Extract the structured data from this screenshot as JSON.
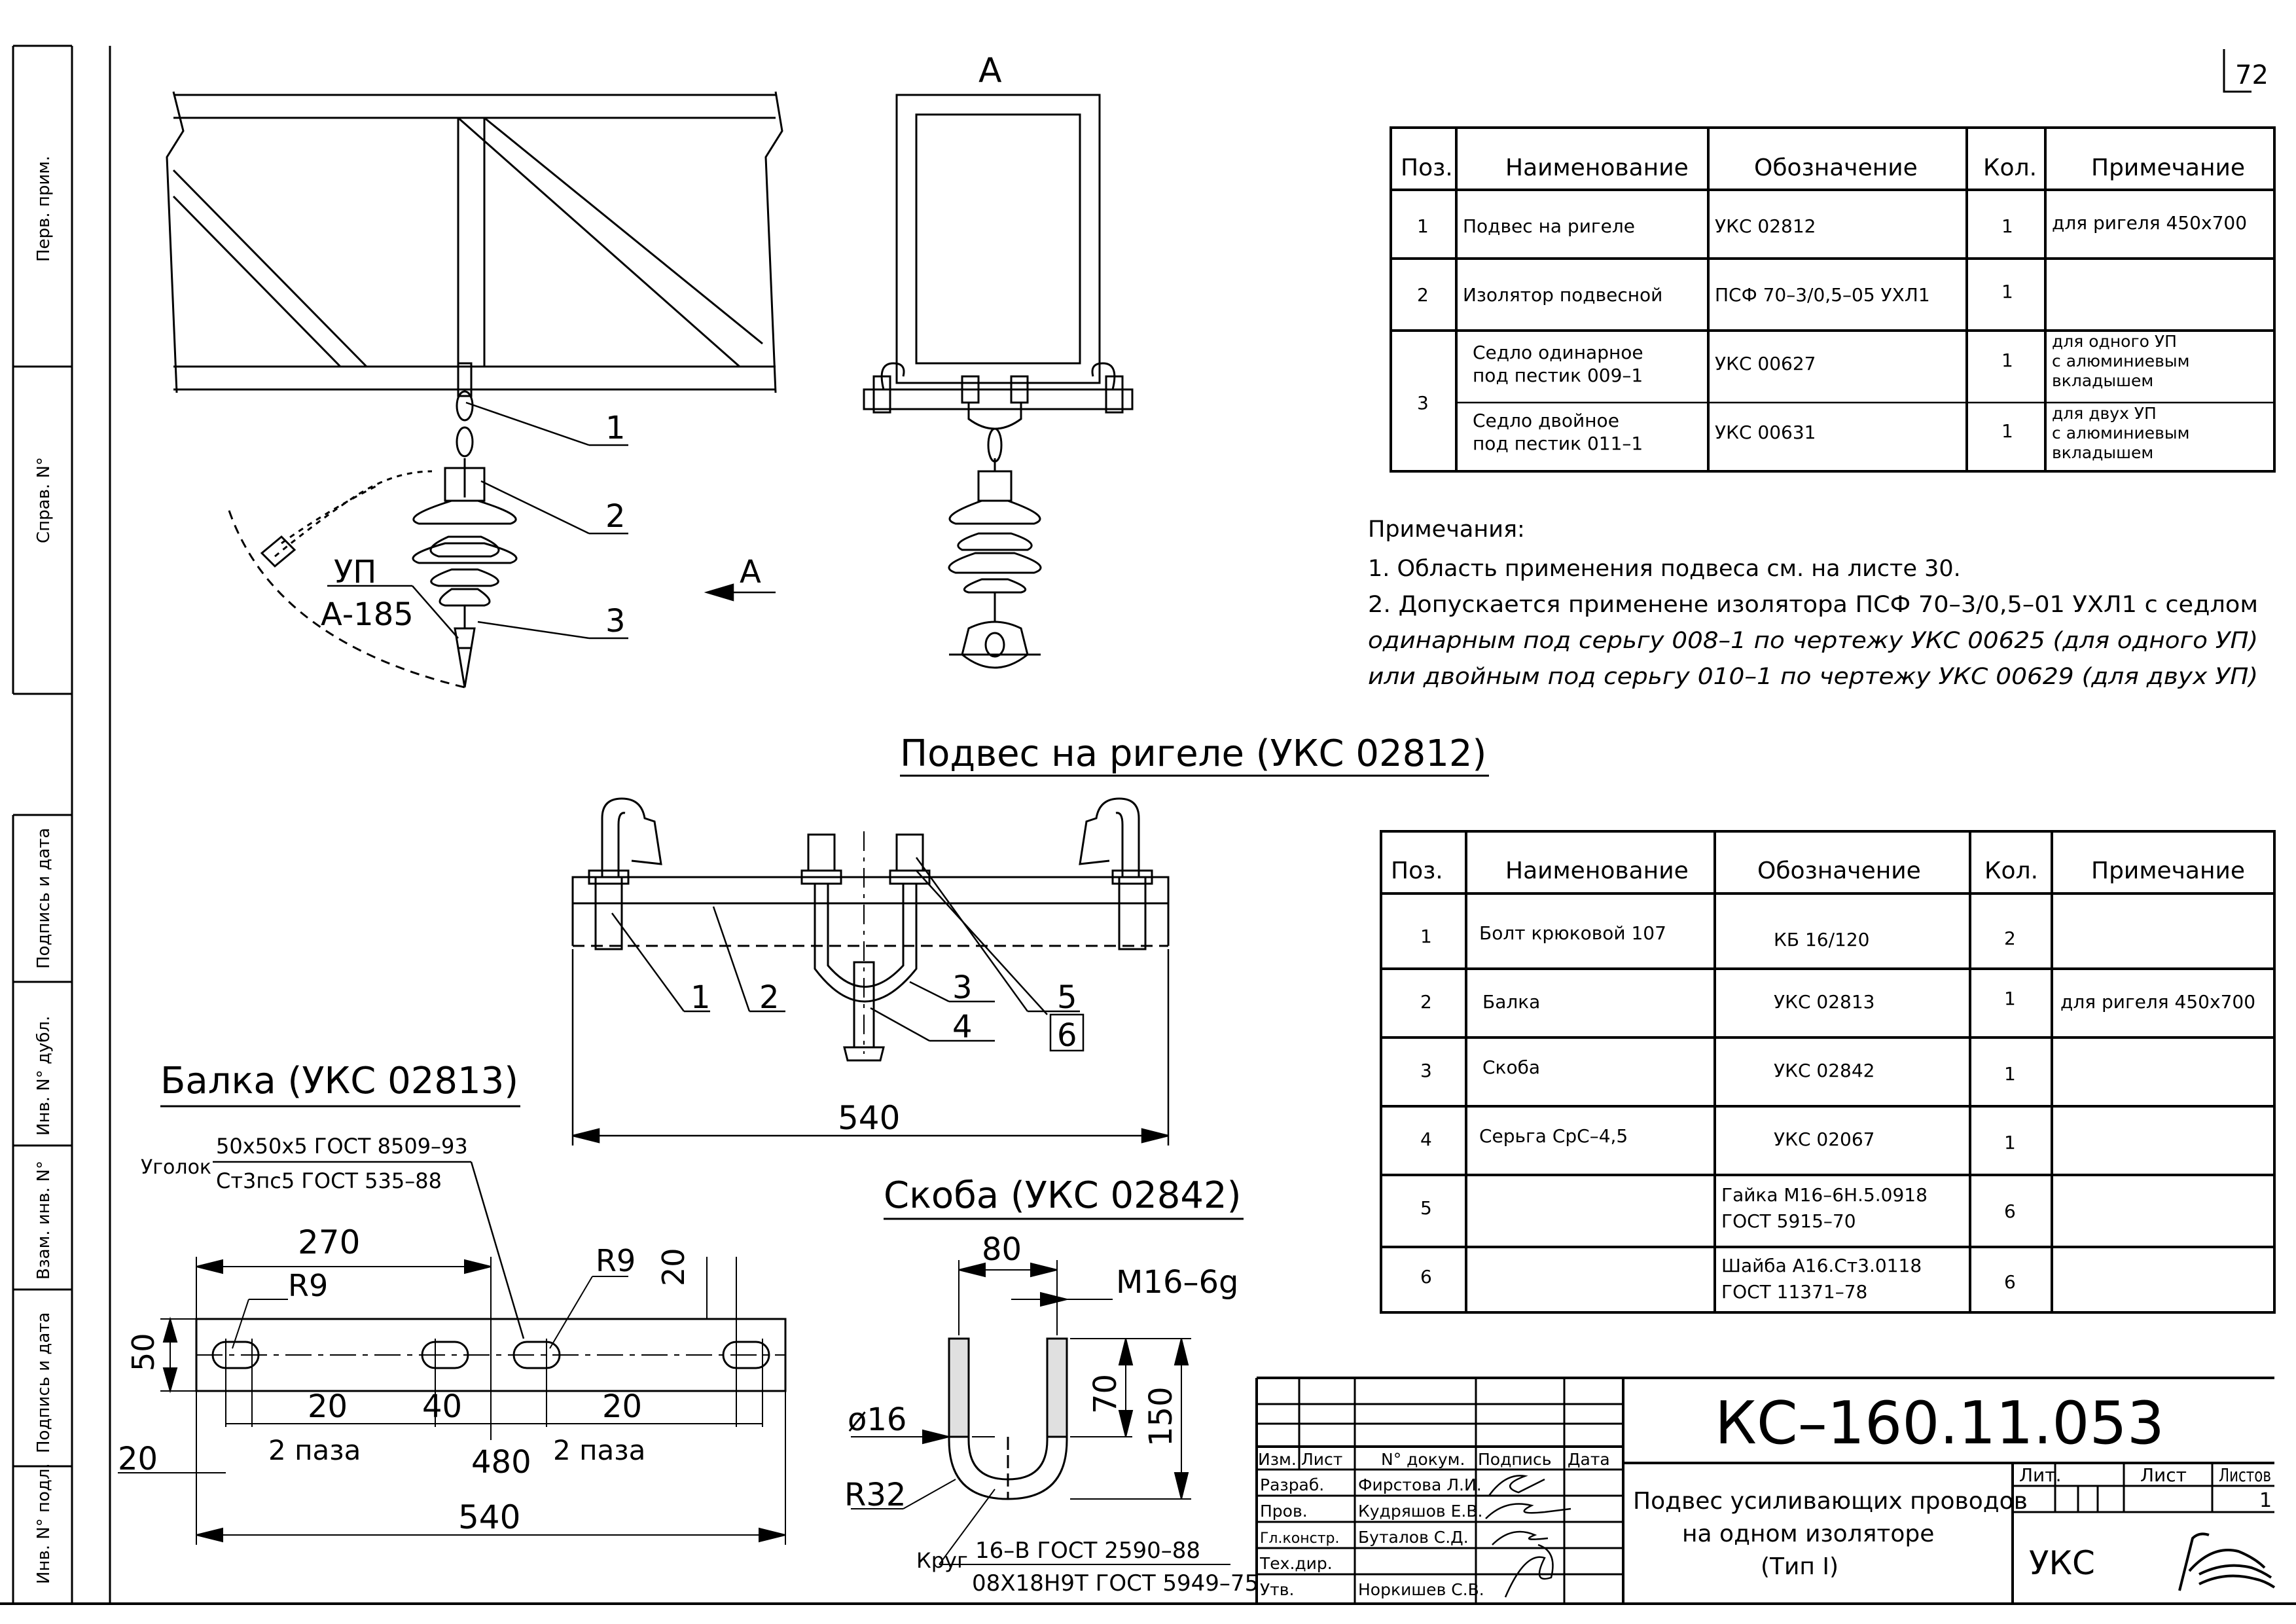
{
  "sheet_number": "72",
  "view_label": "A",
  "main_view": {
    "callouts": [
      "1",
      "2",
      "3"
    ],
    "wire_label": "УП",
    "wire_type": "А-185",
    "section_mark": "А"
  },
  "table1": {
    "headers": [
      "Поз.",
      "Наименование",
      "Обозначение",
      "Кол.",
      "Примечание"
    ],
    "rows": [
      {
        "pos": "1",
        "name": [
          "Подвес на ригеле"
        ],
        "designation": [
          "УКС 02812"
        ],
        "qty": "1",
        "note": [
          "для ригеля 450х700"
        ]
      },
      {
        "pos": "2",
        "name": [
          "Изолятор подвесной"
        ],
        "designation": [
          "ПСФ 70–3/0,5–05 УХЛ1"
        ],
        "qty": "1",
        "note": []
      },
      {
        "pos": "3",
        "name": [
          "Седло одинарное",
          "под пестик 009–1"
        ],
        "designation": [
          "УКС 00627"
        ],
        "qty": "1",
        "note": [
          "для одного УП",
          "с алюминиевым",
          "вкладышем"
        ]
      },
      {
        "pos": "",
        "name": [
          "Седло двойное",
          "под пестик 011–1"
        ],
        "designation": [
          "УКС 00631"
        ],
        "qty": "1",
        "note": [
          "для двух УП",
          "с алюминиевым",
          "вкладышем"
        ]
      }
    ]
  },
  "notes": {
    "title": "Примечания:",
    "lines": [
      "1. Область применения подвеса см. на листе 30.",
      "2. Допускается применене изолятора ПСФ 70–3/0,5–01 УХЛ1 с седлом",
      "одинарным под серьгу 008–1 по чертежу УКС 00625 (для одного УП)",
      "или двойным под серьгу 010–1 по чертежу УКС 00629 (для двух УП)"
    ]
  },
  "assembly": {
    "title": "Подвес на ригеле (УКС 02812)",
    "callouts": [
      "1",
      "2",
      "3",
      "4",
      "5",
      "6"
    ],
    "dim_length": "540"
  },
  "table2": {
    "headers": [
      "Поз.",
      "Наименование",
      "Обозначение",
      "Кол.",
      "Примечание"
    ],
    "rows": [
      {
        "pos": "1",
        "name": "Болт крюковой 107",
        "designation": [
          "КБ 16/120"
        ],
        "qty": "2",
        "note": ""
      },
      {
        "pos": "2",
        "name": "Балка",
        "designation": [
          "УКС 02813"
        ],
        "qty": "1",
        "note": "для ригеля 450х700"
      },
      {
        "pos": "3",
        "name": "Скоба",
        "designation": [
          "УКС 02842"
        ],
        "qty": "1",
        "note": ""
      },
      {
        "pos": "4",
        "name": "Серьга СрС–4,5",
        "designation": [
          "УКС 02067"
        ],
        "qty": "1",
        "note": ""
      },
      {
        "pos": "5",
        "name": "",
        "designation": [
          "Гайка М16–6Н.5.0918",
          "ГОСТ 5915–70"
        ],
        "qty": "6",
        "note": ""
      },
      {
        "pos": "6",
        "name": "",
        "designation": [
          "Шайба А16.Ст3.0118",
          "ГОСТ 11371–78"
        ],
        "qty": "6",
        "note": ""
      }
    ]
  },
  "beam": {
    "title": "Балка (УКС 02813)",
    "material_prefix": "Уголок",
    "material_top": "50х50х5 ГОСТ 8509–93",
    "material_bottom": "Ст3пс5 ГОСТ 535–88",
    "dims": {
      "d270": "270",
      "r9_left": "R9",
      "r9_right": "R9",
      "d20_right": "20",
      "d50": "50",
      "d20_left": "20",
      "d40": "40",
      "d20_mid": "20",
      "slots_left": "2 паза",
      "slots_right": "2 паза",
      "d480": "480",
      "d20_edge": "20",
      "d540": "540"
    }
  },
  "bracket": {
    "title": "Скоба (УКС 02842)",
    "dims": {
      "d80": "80",
      "thread": "М16–6g",
      "d70": "70",
      "d150": "150",
      "dia16": "ø16",
      "r32": "R32"
    },
    "material_prefix": "Круг",
    "material_top": "16–В ГОСТ 2590–88",
    "material_bottom": "08Х18Н9Т ГОСТ 5949–75"
  },
  "titleblock": {
    "code": "КС–160.11.053",
    "col_headers": [
      "Изм.",
      "Лист",
      "N° докум.",
      "Подпись",
      "Дата"
    ],
    "people": [
      {
        "role": "Разраб.",
        "name": "Фирстова Л.И."
      },
      {
        "role": "Пров.",
        "name": "Кудряшов Е.В."
      },
      {
        "role": "Гл.констр.",
        "name": "Буталов С.Д."
      },
      {
        "role": "Тех.дир.",
        "name": ""
      },
      {
        "role": "Утв.",
        "name": "Норкишев С.В."
      }
    ],
    "title_lines": [
      "Подвес усиливающих проводов",
      "на одном изоляторе",
      "(Тип I)"
    ],
    "lit_label": "Лит.",
    "sheet_label": "Лист",
    "sheets_label": "Листов",
    "sheet_value": "1",
    "org": "УКС"
  },
  "side_stamp": [
    "Перв. прим.",
    "Справ. N°",
    "Подпись и дата",
    "Инв. N° дубл.",
    "Взам. инв. N°",
    "Подпись и дата",
    "Инв. N° подл."
  ]
}
